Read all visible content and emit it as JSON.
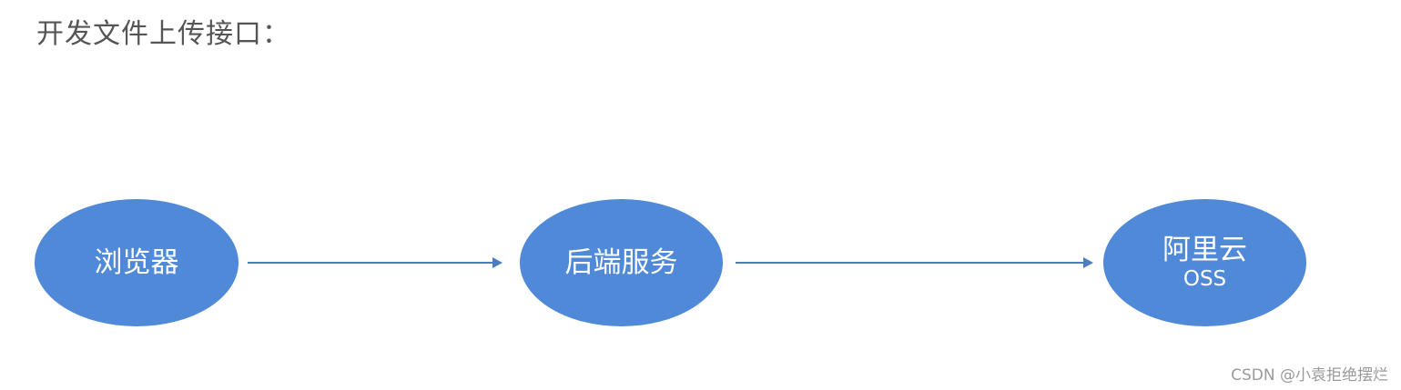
{
  "title": "开发文件上传接口：",
  "diagram": {
    "nodes": [
      {
        "id": "browser",
        "label": "浏览器",
        "sublabel": ""
      },
      {
        "id": "backend",
        "label": "后端服务",
        "sublabel": ""
      },
      {
        "id": "oss",
        "label": "阿里云",
        "sublabel": "OSS"
      }
    ],
    "edges": [
      {
        "from": "browser",
        "to": "backend"
      },
      {
        "from": "backend",
        "to": "oss"
      }
    ],
    "colors": {
      "node_fill": "#4f89d7",
      "arrow": "#4a7dc0",
      "node_text": "#ffffff"
    }
  },
  "watermark": "CSDN @小袁拒绝摆烂"
}
